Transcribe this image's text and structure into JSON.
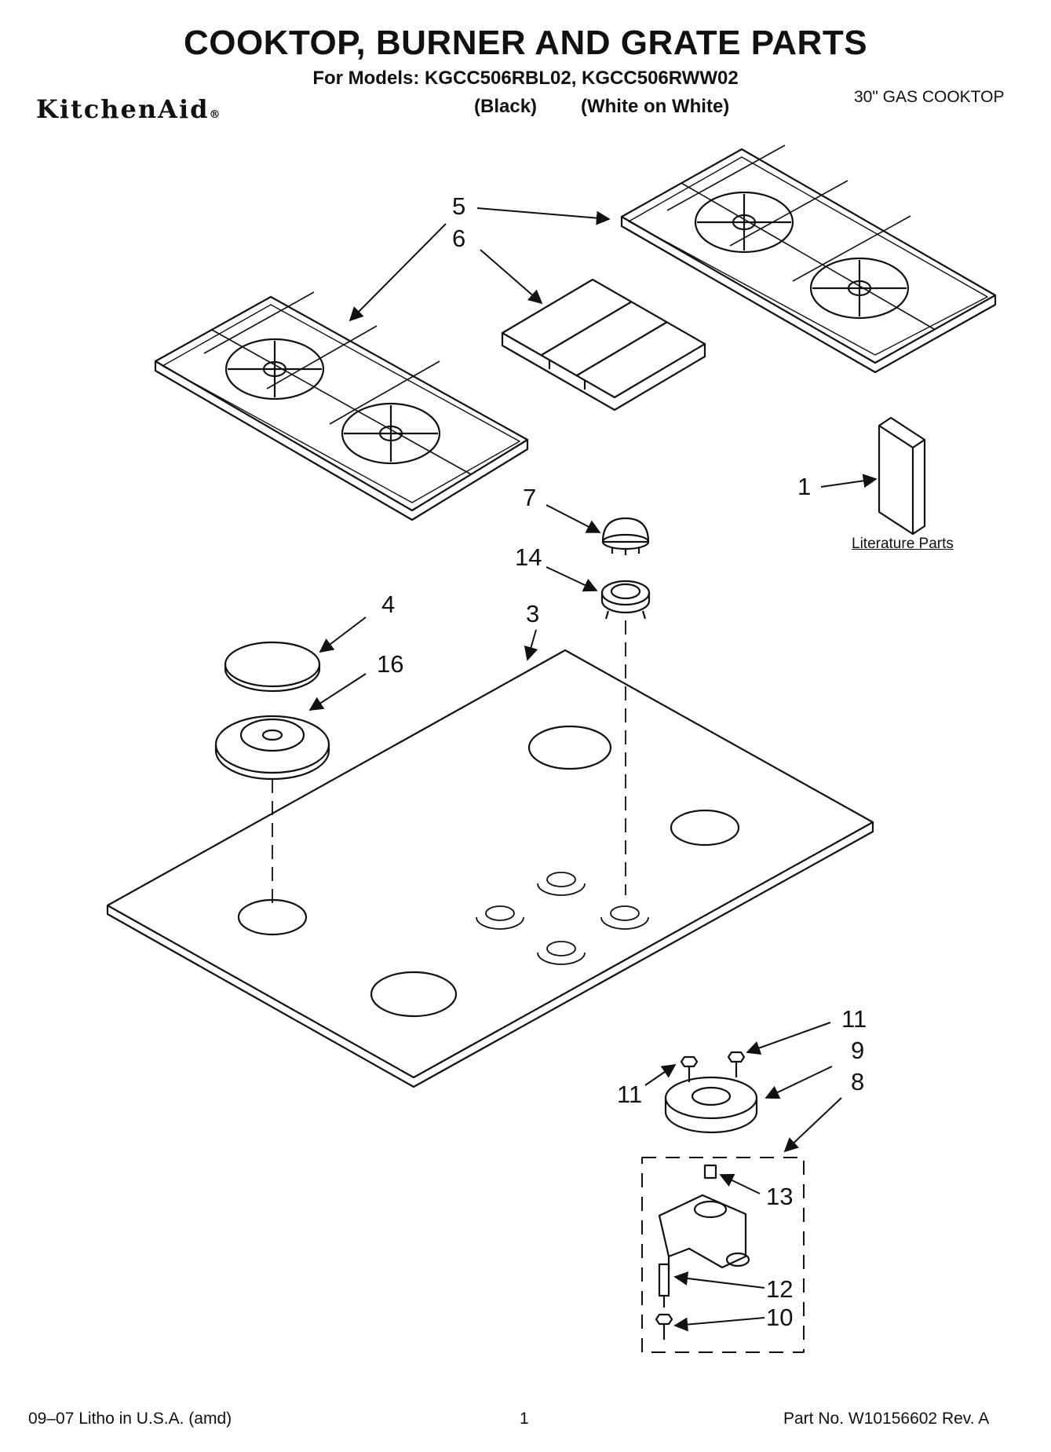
{
  "header": {
    "title": "COOKTOP, BURNER AND GRATE PARTS",
    "models_line": "For Models: KGCC506RBL02, KGCC506RWW02",
    "brand": "KitchenAid",
    "brand_mark": "®",
    "variant_black": "(Black)",
    "variant_white": "(White on White)",
    "product_type": "30\" GAS COOKTOP"
  },
  "callouts": {
    "c1": "1",
    "c3": "3",
    "c4": "4",
    "c5": "5",
    "c6": "6",
    "c7": "7",
    "c8": "8",
    "c9": "9",
    "c10": "10",
    "c11a": "11",
    "c11b": "11",
    "c12": "12",
    "c13": "13",
    "c14": "14",
    "c16": "16"
  },
  "literature_label": "Literature Parts",
  "footer": {
    "litho": "09–07 Litho in U.S.A. (amd)",
    "page": "1",
    "part_no": "Part No. W10156602 Rev. A"
  }
}
